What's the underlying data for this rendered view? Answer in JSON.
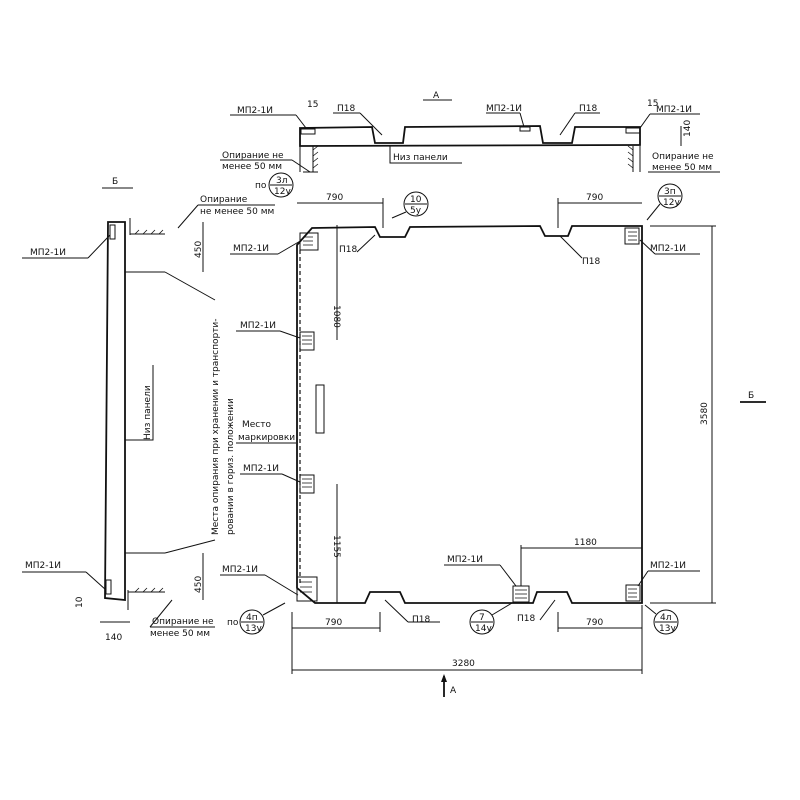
{
  "section_a": {
    "title": "А",
    "mp_left": "МП2-1И",
    "mp_mid": "МП2-1И",
    "mp_right": "МП2-1И",
    "p18_left": "П18",
    "p18_right": "П18",
    "dim_15_left": "15",
    "dim_15_right": "15",
    "dim_140": "140",
    "bottom_label": "Низ панели",
    "support_left_1": "Опирание не",
    "support_left_2": "менее 50 мм",
    "support_right_1": "Опирание не",
    "support_right_2": "менее 50 мм"
  },
  "section_b": {
    "title": "Б",
    "mp_top": "МП2-1И",
    "mp_bottom": "МП2-1И",
    "dim_450_top": "450",
    "dim_450_bottom": "450",
    "dim_10": "10",
    "dim_140": "140",
    "bottom_label": "Низ панели",
    "storage_1": "Места опирания при хранении и транспорти-",
    "storage_2": "ровании в гориз. положении",
    "support_top_1": "Опирание",
    "support_top_2": "не менее 50 мм",
    "support_bottom_1": "Опирание не",
    "support_bottom_2": "менее 50 мм"
  },
  "plan": {
    "dim_790_tl": "790",
    "dim_790_tr": "790",
    "dim_790_bl": "790",
    "dim_790_br": "790",
    "dim_1080": "1080",
    "dim_1155": "1155",
    "dim_1180": "1180",
    "dim_3580": "3580",
    "dim_3280": "3280",
    "po_tl": "по",
    "po_bl": "по",
    "ref_3l": {
      "top": "3л",
      "bottom": "12у"
    },
    "ref_10": {
      "top": "10",
      "bottom": "5у"
    },
    "ref_3p": {
      "top": "3п",
      "bottom": "12у"
    },
    "ref_4p": {
      "top": "4п",
      "bottom": "13у"
    },
    "ref_7": {
      "top": "7",
      "bottom": "14у"
    },
    "ref_4l": {
      "top": "4л",
      "bottom": "13у"
    },
    "mp_tl": "МП2-1И",
    "mp_tr": "МП2-1И",
    "mp_l1": "МП2-1И",
    "mp_l2": "МП2-1И",
    "mp_bl": "МП2-1И",
    "mp_bm": "МП2-1И",
    "mp_br": "МП2-1И",
    "p18_tl": "П18",
    "p18_tr": "П18",
    "p18_bl": "П18",
    "p18_bm": "П18",
    "marking_1": "Место",
    "marking_2": "маркировки",
    "cut_a": "А",
    "cut_b": "Б"
  }
}
